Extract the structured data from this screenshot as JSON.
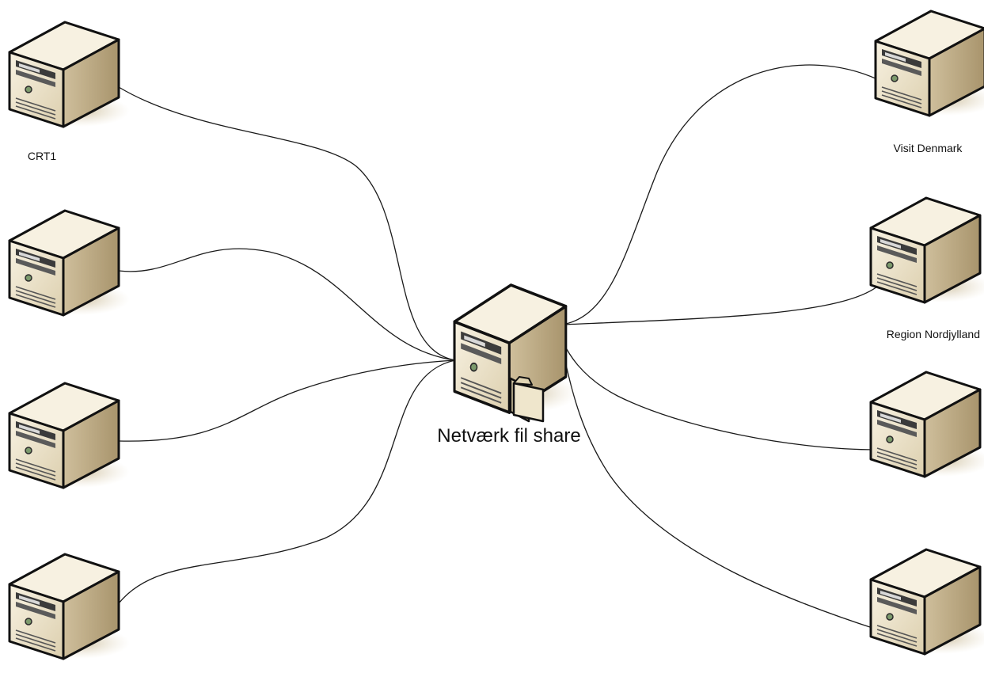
{
  "diagram": {
    "hub": {
      "label": "Netværk fil share",
      "icon": "file-server-icon"
    },
    "left_nodes": [
      {
        "id": "crt1",
        "label": "CRT1",
        "icon": "server-icon"
      },
      {
        "id": "left-2",
        "label": "",
        "icon": "server-icon"
      },
      {
        "id": "left-3",
        "label": "",
        "icon": "server-icon"
      },
      {
        "id": "left-4",
        "label": "",
        "icon": "server-icon"
      }
    ],
    "right_nodes": [
      {
        "id": "visit-denmark",
        "label": "Visit Denmark",
        "icon": "server-icon"
      },
      {
        "id": "region-nordjylland",
        "label": "Region Nordjylland",
        "icon": "server-icon"
      },
      {
        "id": "right-3",
        "label": "",
        "icon": "server-icon"
      },
      {
        "id": "right-4",
        "label": "",
        "icon": "server-icon"
      }
    ],
    "colors": {
      "front": "#ece2c8",
      "side": "#c2b08a",
      "top": "#f7f1e1",
      "outline": "#111111",
      "shadow": "#d9cdb0",
      "led": "#7c9a6c",
      "folder": "#e9dfc0"
    }
  }
}
